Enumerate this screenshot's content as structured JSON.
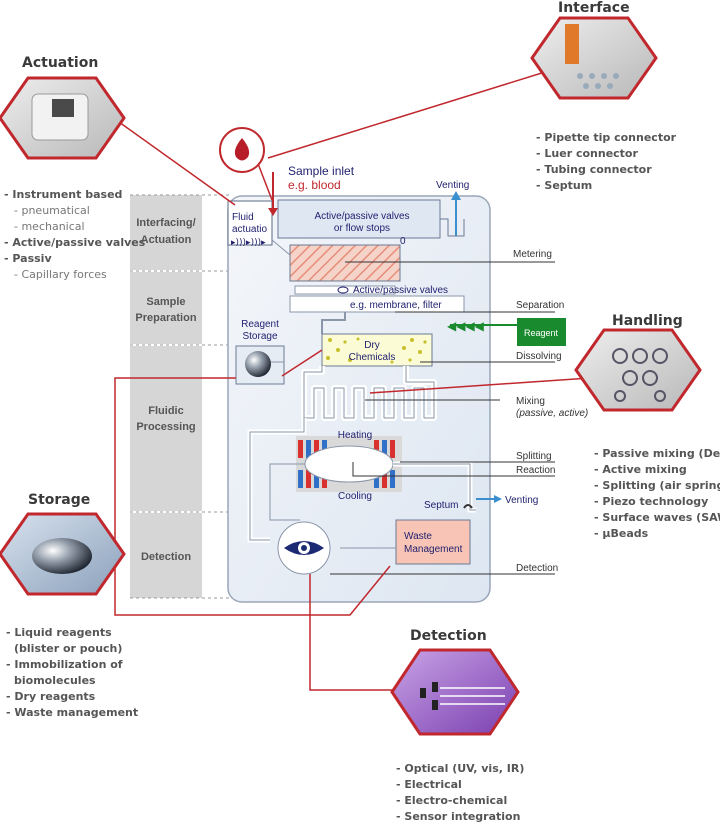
{
  "interface": {
    "title": "Interface",
    "items": [
      "- Pipette tip connector",
      "- Luer connector",
      "- Tubing connector",
      "- Septum"
    ]
  },
  "actuation": {
    "title": "Actuation",
    "items": [
      {
        "text": "- Instrument based",
        "sub": false
      },
      {
        "text": "- pneumatical",
        "sub": true
      },
      {
        "text": "- mechanical",
        "sub": true
      },
      {
        "text": "- Active/passive valves",
        "sub": false
      },
      {
        "text": "- Passiv",
        "sub": false
      },
      {
        "text": "- Capillary forces",
        "sub": true
      }
    ]
  },
  "handling": {
    "title": "Handling",
    "items": [
      "- Passive mixing (Dean)",
      "- Active mixing",
      "- Splitting (air spring)",
      "- Piezo technology",
      "- Surface waves (SAW)",
      "- µBeads"
    ]
  },
  "storage": {
    "title": "Storage",
    "items": [
      "- Liquid reagents",
      "(blister or pouch)",
      "- Immobilization of",
      "biomolecules",
      "- Dry reagents",
      "- Waste management"
    ]
  },
  "detection": {
    "title": "Detection",
    "items": [
      "- Optical (UV, vis, IR)",
      "- Electrical",
      "- Electro-chemical",
      "- Sensor integration"
    ]
  },
  "stages": {
    "interfacing": [
      "Interfacing/",
      "Actuation"
    ],
    "sample_prep": [
      "Sample",
      "Preparation"
    ],
    "fluidic": [
      "Fluidic",
      "Processing"
    ],
    "detection": "Detection"
  },
  "chip": {
    "sample_inlet": "Sample inlet",
    "sample_example": "e.g. blood",
    "fluid_actuation": [
      "Fluid",
      "actuatio"
    ],
    "venting_top": "Venting",
    "valves_1": [
      "Active/passive valves",
      "or flow stops"
    ],
    "valve_zero": "0",
    "valves_2": "Active/passive valves",
    "membrane": "e.g. membrane, filter",
    "reagent_storage": [
      "Reagent",
      "Storage"
    ],
    "dry_chemicals": [
      "Dry",
      "Chemicals"
    ],
    "reagent_box": "Reagent",
    "heating": "Heating",
    "cooling": "Cooling",
    "septum": "Septum",
    "venting_bottom": "Venting",
    "waste": [
      "Waste",
      "Management"
    ]
  },
  "callouts": {
    "metering": "Metering",
    "separation": "Separation",
    "dissolving": "Dissolving",
    "mixing": "Mixing",
    "mixing_sub": "(passive, active)",
    "splitting": "Splitting",
    "reaction": "Reaction",
    "detection": "Detection"
  },
  "colors": {
    "accent_red": "#c0282d",
    "label_blue": "#1f1f6e",
    "venting_blue": "#3a8fd0",
    "reagent_green": "#1a8a2e"
  }
}
